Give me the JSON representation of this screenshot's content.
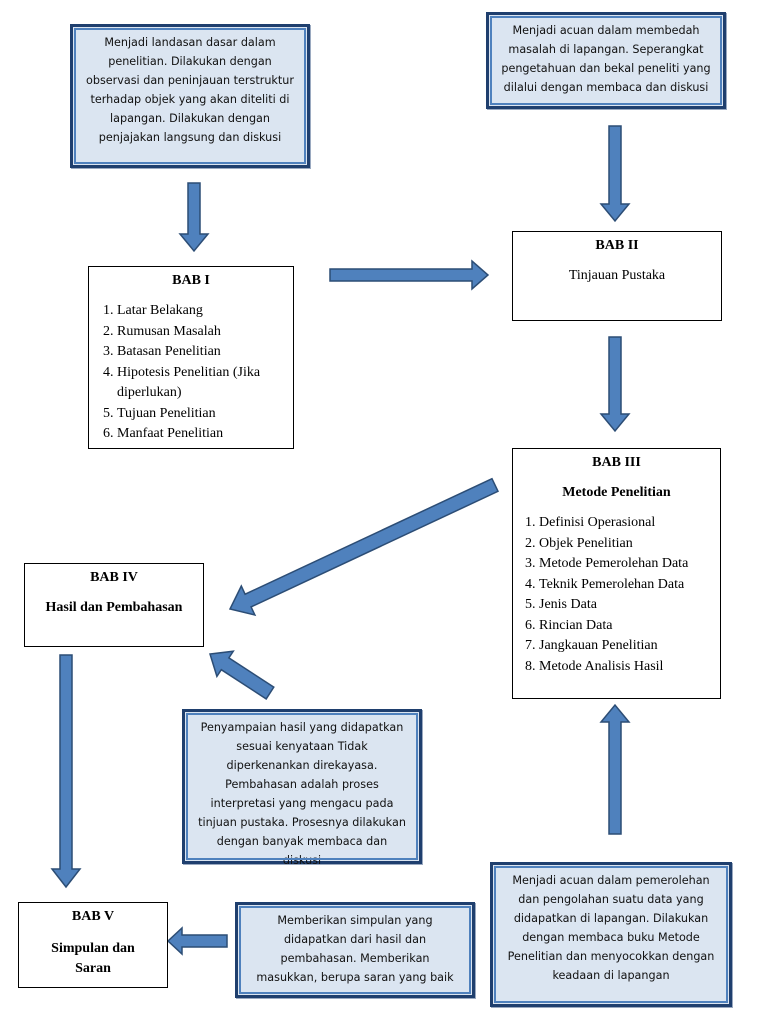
{
  "notes": {
    "bab1": "Menjadi landasan dasar dalam penelitian. Dilakukan dengan observasi dan peninjauan terstruktur terhadap objek yang akan diteliti di lapangan. Dilakukan dengan penjajakan langsung dan diskusi",
    "bab2": "Menjadi acuan dalam membedah masalah di lapangan. Seperangkat pengetahuan dan bekal peneliti yang dilalui dengan membaca dan diskusi",
    "bab3": "Menjadi acuan dalam pemerolehan dan pengolahan suatu data yang didapatkan di lapangan. Dilakukan dengan membaca buku Metode Penelitian dan menyocokkan dengan keadaan di lapangan",
    "bab4": "Penyampaian hasil yang didapatkan sesuai kenyataan Tidak diperkenankan direkayasa. Pembahasan adalah proses interpretasi yang mengacu pada tinjuan pustaka. Prosesnya dilakukan dengan banyak membaca dan diskusi",
    "bab5": "Memberikan simpulan yang didapatkan dari hasil dan pembahasan. Memberikan masukkan, berupa saran yang baik"
  },
  "bab1": {
    "title": "BAB I",
    "items": [
      "Latar Belakang",
      "Rumusan Masalah",
      "Batasan Penelitian",
      "Hipotesis Penelitian (Jika diperlukan)",
      "Tujuan Penelitian",
      "Manfaat Penelitian"
    ]
  },
  "bab2": {
    "title": "BAB II",
    "subtitle": "Tinjauan Pustaka"
  },
  "bab3": {
    "title": "BAB III",
    "subtitle": "Metode Penelitian",
    "items": [
      "Definisi Operasional",
      "Objek Penelitian",
      "Metode Pemerolehan Data",
      "Teknik Pemerolehan Data",
      "Jenis Data",
      "Rincian Data",
      "Jangkauan Penelitian",
      "Metode Analisis Hasil"
    ]
  },
  "bab4": {
    "title": "BAB IV",
    "subtitle": "Hasil dan Pembahasan"
  },
  "bab5": {
    "title": "BAB V",
    "subtitle": "Simpulan dan Saran"
  },
  "colors": {
    "arrow_fill": "#4f81bd",
    "arrow_stroke": "#2c4d75",
    "note_fill": "#dbe5f1",
    "note_border": "#1f3f6e"
  }
}
